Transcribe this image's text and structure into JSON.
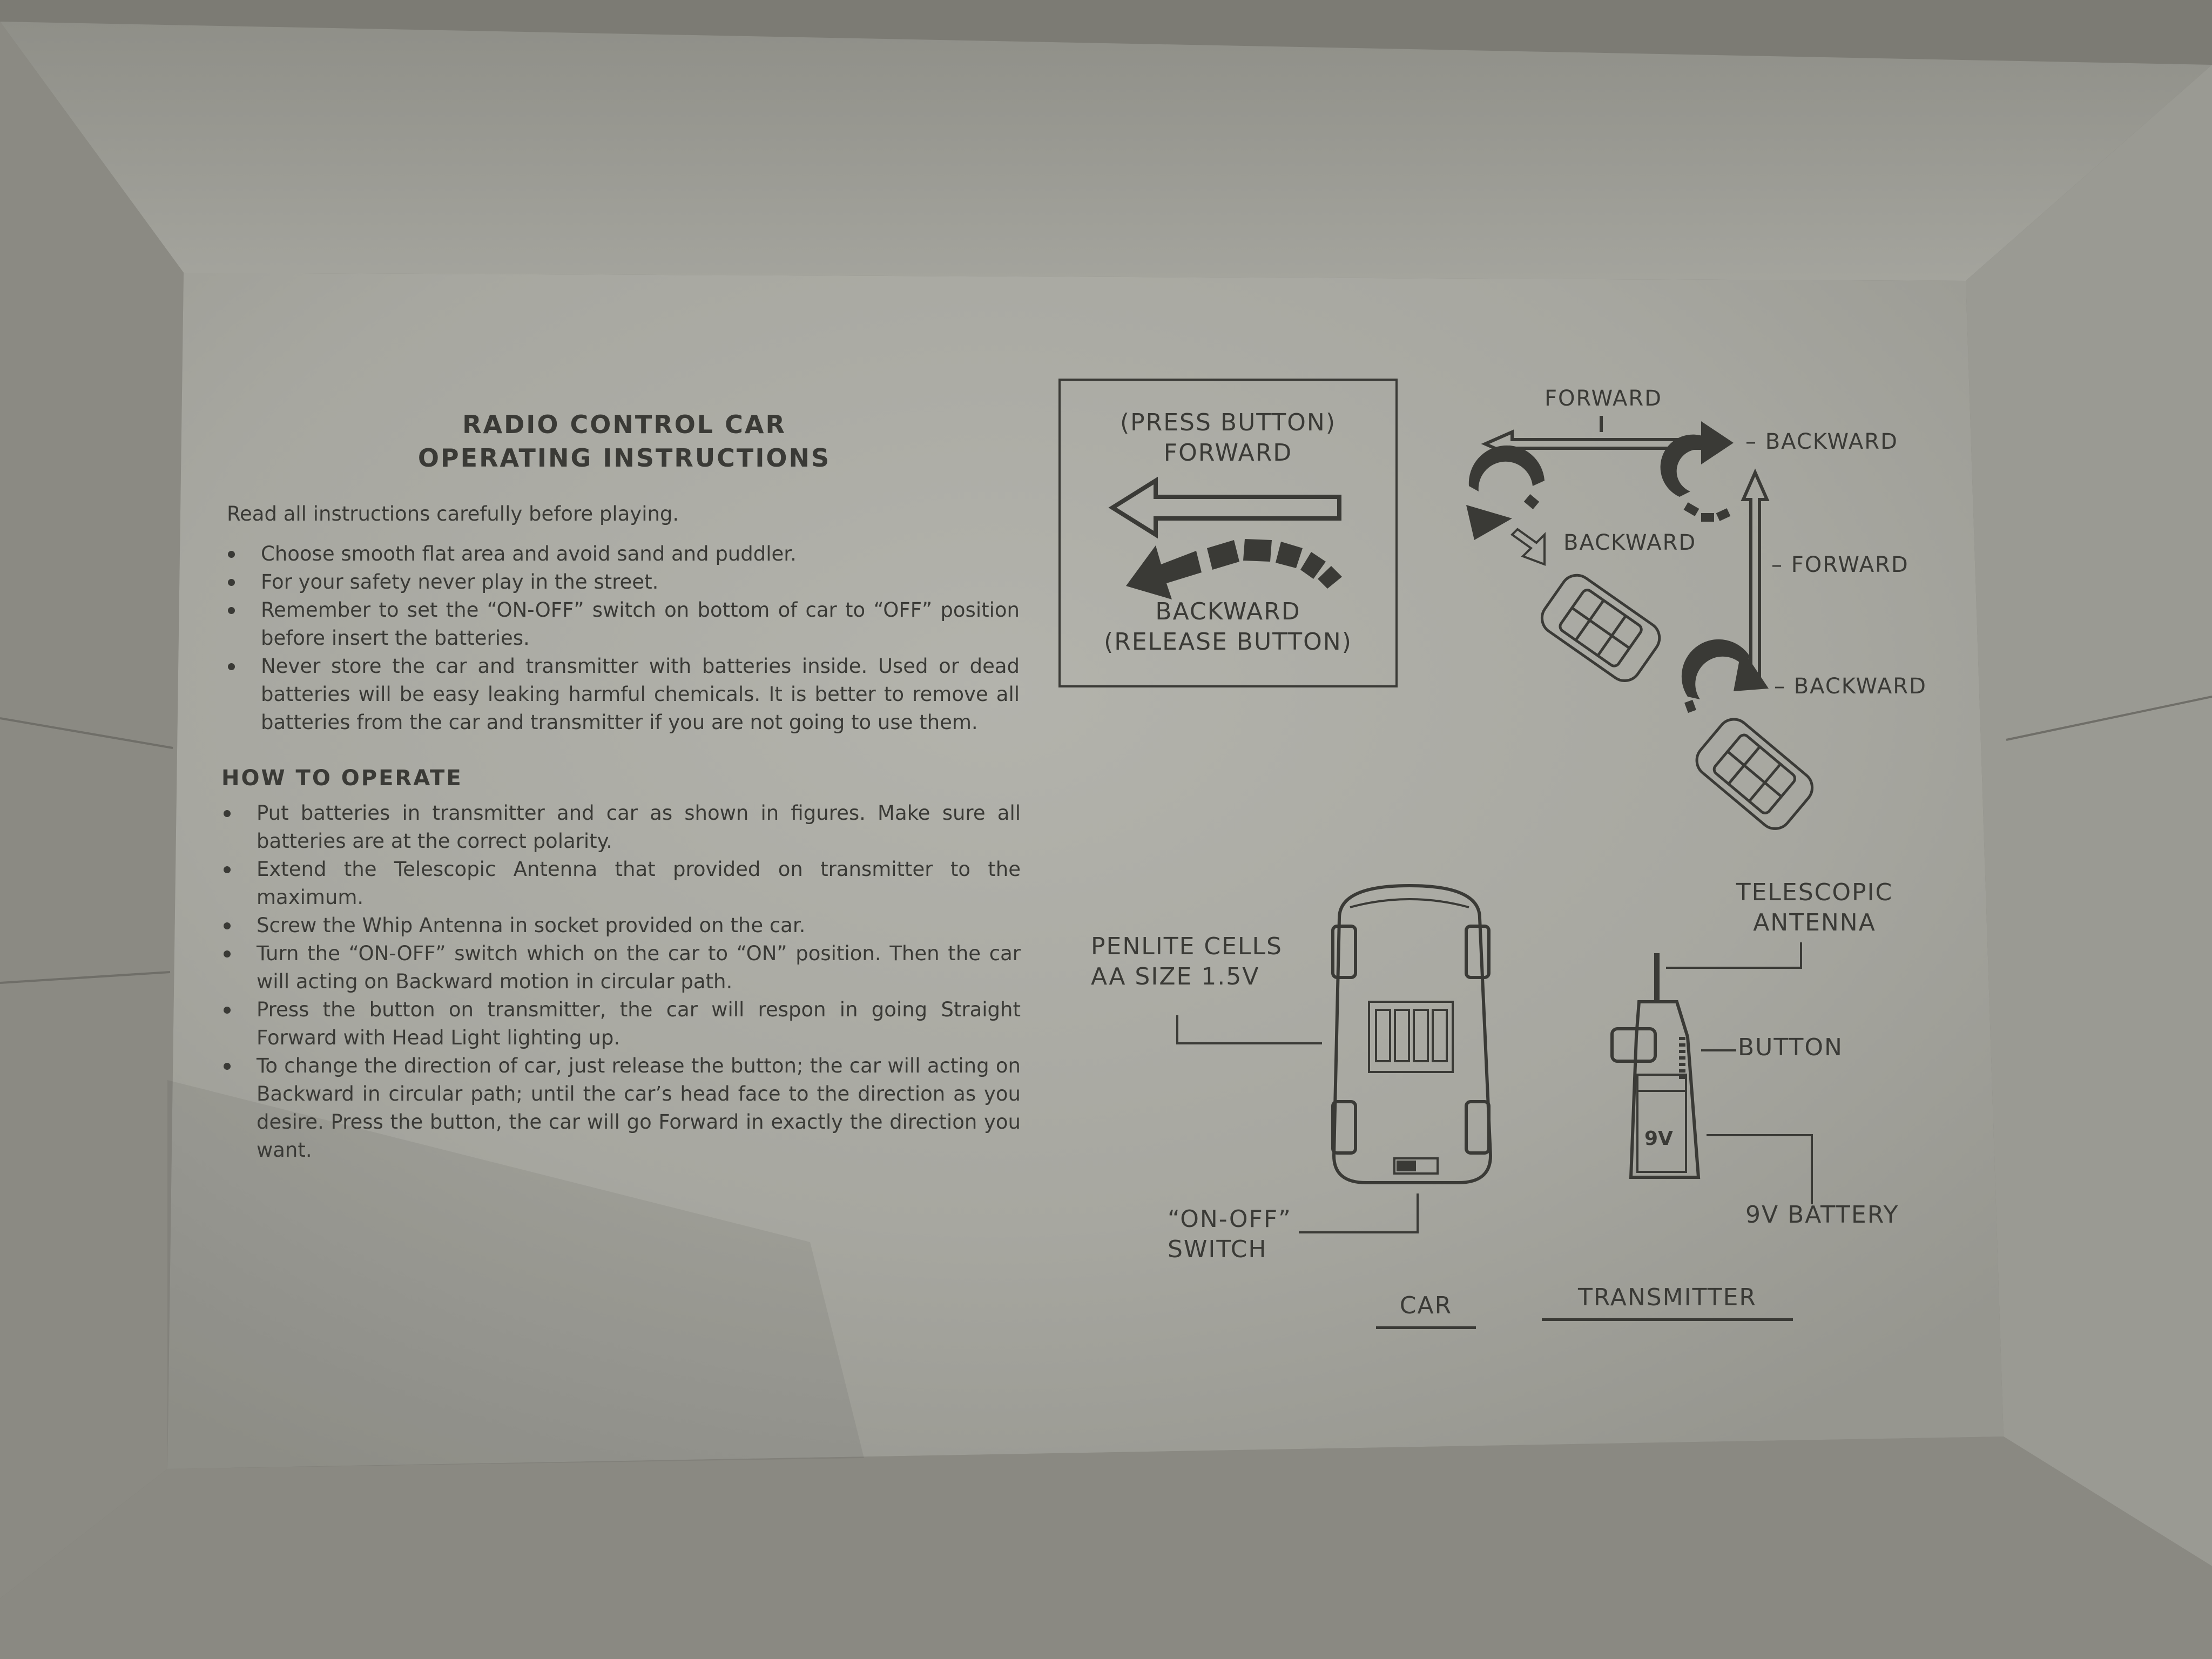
{
  "title": {
    "line1": "RADIO CONTROL CAR",
    "line2": "OPERATING INSTRUCTIONS"
  },
  "intro": "Read all instructions carefully before playing.",
  "safety_bullets": [
    "Choose smooth flat area and avoid sand and puddler.",
    "For your safety never play in the street.",
    "Remember to set the “ON-OFF” switch on bottom of car to “OFF” position before insert the batteries.",
    "Never store the car and transmitter with batteries inside. Used or dead batteries will be easy leaking harmful chemicals. It is better to remove all batteries from the car and transmitter if you are not going to use them."
  ],
  "how_to_heading": "HOW TO OPERATE",
  "how_to_bullets": [
    "Put batteries in transmitter and car as shown in figures. Make sure all batteries are at the correct polarity.",
    "Extend the Telescopic Antenna that provided on transmitter to the maximum.",
    "Screw the Whip Antenna in socket provided on the car.",
    "Turn the “ON-OFF” switch which on the car to “ON” position. Then the car will acting on Backward motion in circular path.",
    "Press the button on transmitter, the car will respon in going Straight Forward with Head Light lighting up.",
    "To change the direction of car, just release the button; the car will acting on Backward in circular path; until the car’s head face to the direction as you desire. Press the button, the car will go Forward in exactly the direction you want."
  ],
  "button_box": {
    "top_line1": "(PRESS BUTTON)",
    "top_line2": "FORWARD",
    "bottom_line1": "BACKWARD",
    "bottom_line2": "(RELEASE BUTTON)"
  },
  "path_diagram": {
    "forward_top": "FORWARD",
    "backward_1": "– BACKWARD",
    "backward_2": "BACKWARD",
    "forward_right": "– FORWARD",
    "backward_3": "– BACKWARD"
  },
  "car_diagram": {
    "cells_line1": "PENLITE CELLS",
    "cells_line2": "AA SIZE 1.5V",
    "switch_line1": "“ON-OFF”",
    "switch_line2": "SWITCH",
    "caption": "CAR"
  },
  "transmitter_diagram": {
    "antenna_line1": "TELESCOPIC",
    "antenna_line2": "ANTENNA",
    "button": "BUTTON",
    "battery": "9V BATTERY",
    "battery_mark": "9V",
    "caption": "TRANSMITTER"
  },
  "colors": {
    "board": "#a9a9a2",
    "ink": "#3a3a36",
    "box_wall": "#8e8d86"
  }
}
